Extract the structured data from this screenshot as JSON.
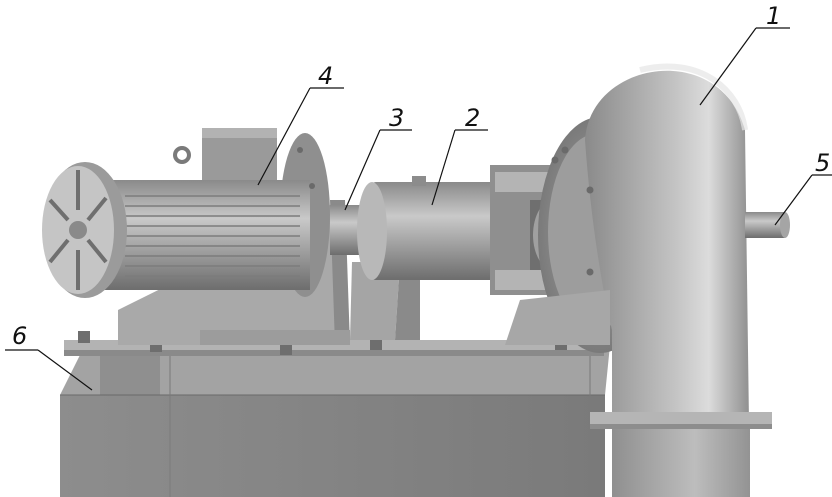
{
  "diagram": {
    "type": "mechanical-assembly-render",
    "callouts": [
      {
        "id": "1",
        "label": "1"
      },
      {
        "id": "2",
        "label": "2"
      },
      {
        "id": "3",
        "label": "3"
      },
      {
        "id": "4",
        "label": "4"
      },
      {
        "id": "5",
        "label": "5"
      },
      {
        "id": "6",
        "label": "6"
      }
    ]
  },
  "colors": {
    "background": "#ffffff",
    "metal_light": "#b9b9b9",
    "metal_mid": "#9a9a9a",
    "metal_dark": "#6e6e6e",
    "ink": "#111111"
  }
}
